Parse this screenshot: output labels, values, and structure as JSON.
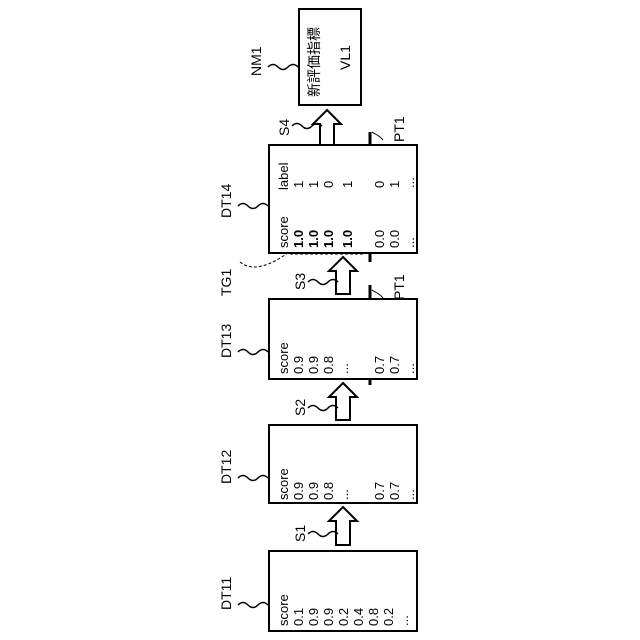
{
  "tables": {
    "dt11": {
      "ref": "DT11",
      "header": "score",
      "values": [
        "0.1",
        "0.9",
        "0.9",
        "0.2",
        "0.4",
        "0.8",
        "0.2",
        "..."
      ]
    },
    "dt12": {
      "ref": "DT12",
      "header": "score",
      "upper": [
        "0.9",
        "0.9",
        "0.8",
        "..."
      ],
      "lower": [
        "0.7",
        "0.7",
        "..."
      ]
    },
    "dt13": {
      "ref": "DT13",
      "header": "score",
      "upper": [
        "0.9",
        "0.9",
        "0.8",
        "..."
      ],
      "lower": [
        "0.7",
        "0.7",
        "..."
      ]
    },
    "dt14": {
      "ref": "DT14",
      "score_header": "score",
      "label_header": "label",
      "upper_scores": [
        "1.0",
        "1.0",
        "1.0",
        "1.0"
      ],
      "upper_labels": [
        "1",
        "1",
        "0",
        "1"
      ],
      "lower_scores": [
        "0.0",
        "0.0",
        "..."
      ],
      "lower_labels": [
        "0",
        "1",
        "..."
      ]
    }
  },
  "steps": [
    "S1",
    "S2",
    "S3",
    "S4"
  ],
  "partitions": [
    "PT1",
    "PT1"
  ],
  "target_group": "TG1",
  "result": {
    "ref": "NM1",
    "metric_label": "新評価指標",
    "value_label": "VL1"
  }
}
